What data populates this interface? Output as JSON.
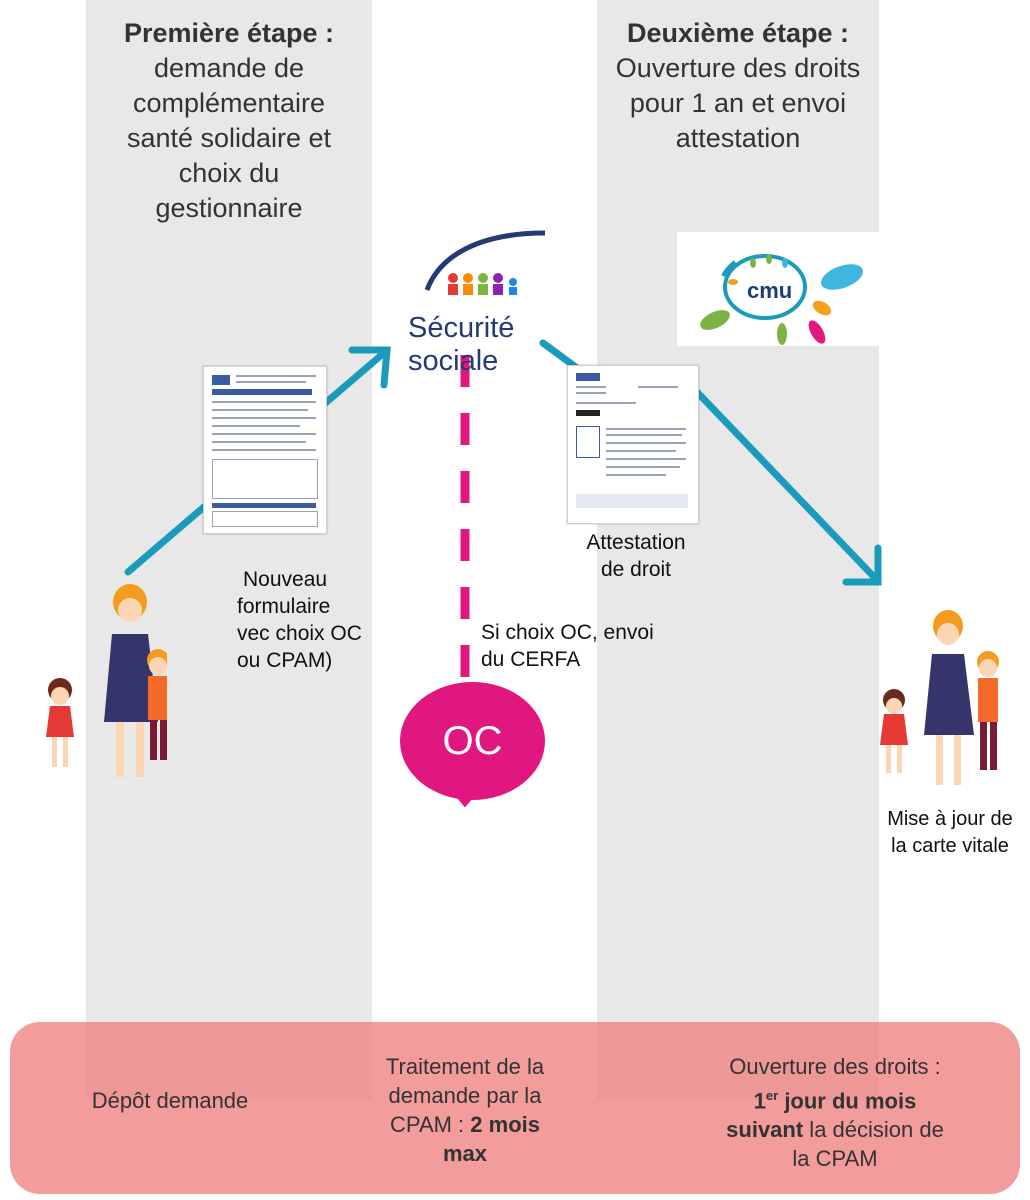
{
  "step1": {
    "title": "Première étape :",
    "lines": [
      "demande de",
      "complémentaire",
      "santé solidaire et",
      "choix du",
      "gestionnaire"
    ]
  },
  "step2": {
    "title": "Deuxième étape :",
    "lines": [
      "Ouverture des droits",
      "pour 1 an et envoi",
      "attestation"
    ]
  },
  "logo": {
    "text": "Sécurité sociale"
  },
  "cmu_logo": {
    "text": "cmu"
  },
  "form_label": {
    "lines": [
      "Nouveau",
      "formulaire",
      "vec choix OC",
      "ou CPAM)"
    ]
  },
  "attestation_label": {
    "lines": [
      "Attestation",
      "de droit"
    ]
  },
  "cerfa_label": {
    "lines": [
      "Si choix OC, envoi",
      "du CERFA"
    ]
  },
  "carte_label": {
    "lines": [
      "Mise à jour de",
      "la carte vitale"
    ]
  },
  "oc_label": "OC",
  "banner": {
    "left": "Dépôt demande",
    "middle": {
      "line1": "Traitement de la",
      "line2": "demande par la",
      "line3": "CPAM : ",
      "bold3": "2 mois",
      "bold4": "max"
    },
    "right": {
      "line1": "Ouverture des droits :",
      "bold1": "1",
      "sup": "er",
      "bold2": " jour du mois",
      "bold3": "suivant",
      "line3": " la décision de",
      "line4": "la CPAM"
    }
  },
  "colors": {
    "column": "#e8e8e8",
    "arrow": "#1a9bbb",
    "dash": "#e0177f",
    "banner": "#f08080",
    "oc": "#e0177f"
  }
}
